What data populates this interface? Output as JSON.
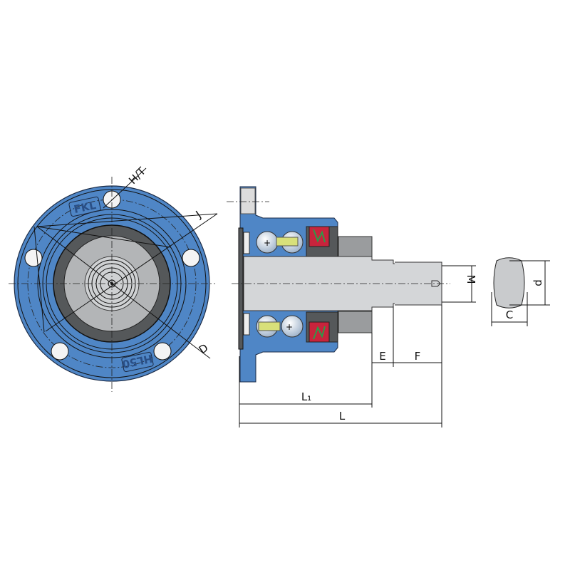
{
  "diagram": {
    "front_view": {
      "embossed_logo": "FKL",
      "embossed_model": "HL50",
      "dimension_labels": {
        "bolt_hole": "H/T",
        "bolt_circle": "J",
        "outer_diameter": "D"
      }
    },
    "section_view": {
      "dimension_labels": {
        "shaft_diameter": "M",
        "E": "E",
        "F": "F",
        "L1": "L₁",
        "L": "L"
      }
    },
    "shaft_profile": {
      "dimension_labels": {
        "flat_height": "d",
        "flat_width": "C"
      }
    },
    "colors": {
      "housing": "#4f86c6",
      "seal_ring": "#55585a",
      "shaft": "#d4d6d8",
      "seal": "#c8243c",
      "seal_spring": "#2e9a4a",
      "cage": "#d8e07a"
    }
  }
}
